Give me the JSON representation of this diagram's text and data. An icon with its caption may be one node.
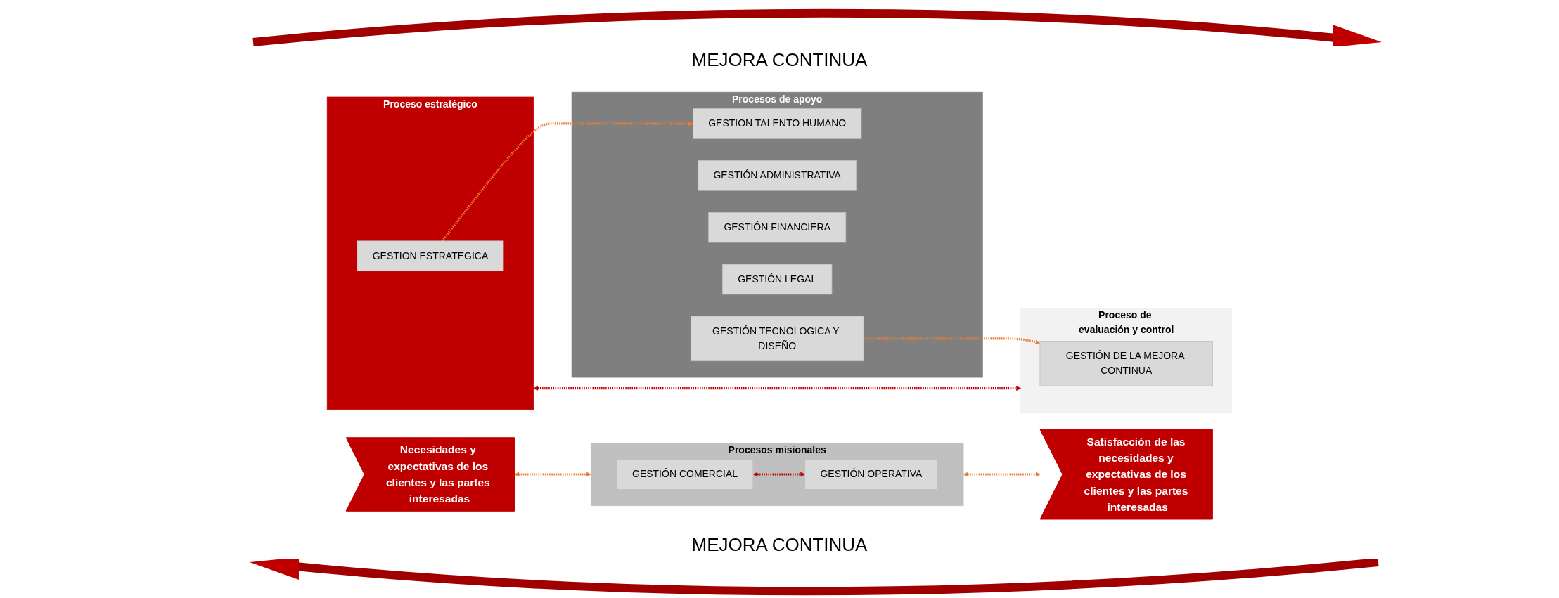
{
  "diagram": {
    "nodes": [
      {
        "text": [
          "Necesidades y expectativas de los clientes y las partes interesadas"
        ]
      },
      {
        "text": [
          "Proceso estratégico"
        ]
      },
      {
        "text": [
          "GESTION ESTRATEGICA"
        ],
        "in": 1
      },
      {
        "text": [
          "Proceso de evaluación y control"
        ]
      },
      {
        "text": [
          "GESTIÓN DE LA MEJORA CONTINUA"
        ],
        "in": 3
      },
      {
        "text": [
          "Procesos misionales"
        ]
      },
      {
        "text": [
          "GESTIÓN COMERCIAL"
        ],
        "in": 5
      },
      {
        "text": [
          "GESTIÓN OPERATIVA"
        ],
        "in": 5
      },
      {
        "text": [
          "Procesos de apoyo"
        ]
      },
      {
        "text": [
          "GESTION TALENTO HUMANO"
        ],
        "in": 8
      },
      {
        "text": [
          "GESTIÓN ADMINISTRATIVA"
        ],
        "in": 8
      },
      {
        "text": [
          "GESTIÓN FINANCIERA"
        ],
        "in": 8
      },
      {
        "text": [
          "GESTIÓN LEGAL"
        ],
        "in": 8
      },
      {
        "text": [
          "GESTIÓN TECNOLOGICA Y DISEÑO"
        ],
        "in": 8
      },
      {
        "text": [
          "Satisfacción de las necesidades y expectativas de los clientes y las partes interesadas"
        ]
      }
    ],
    "edges": [
      {
        "from": 0,
        "to": 5,
        "arrow": "both",
        "style": "dashed"
      },
      {
        "from": 2,
        "to": 9,
        "arrow": "to",
        "style": "dashed"
      },
      {
        "from": 1,
        "to": 3,
        "arrow": "both",
        "style": "dashed",
        "color": "#c00000"
      },
      {
        "from": 6,
        "to": 7,
        "arrow": "both",
        "style": "dashed",
        "color": "#c00000"
      },
      {
        "from": 13,
        "to": 4,
        "arrow": "to",
        "style": "dashed"
      },
      {
        "from": 5,
        "to": 14,
        "arrow": "both",
        "style": "dashed"
      }
    ],
    "labels": [
      "MEJORA CONTINUA",
      "MEJORA CONTINUA"
    ]
  }
}
